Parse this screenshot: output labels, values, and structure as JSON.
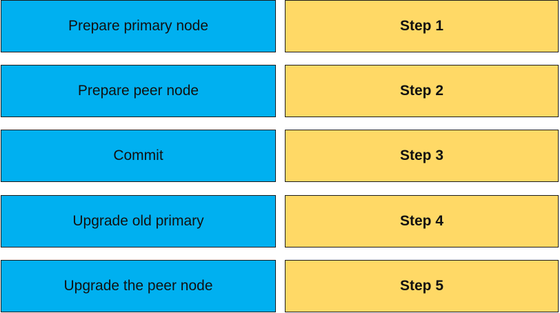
{
  "colors": {
    "action_box": "#00b0f0",
    "step_box": "#ffd966"
  },
  "rows": [
    {
      "action": "Prepare primary node",
      "step": "Step 1"
    },
    {
      "action": "Prepare peer node",
      "step": "Step 2"
    },
    {
      "action": "Commit",
      "step": "Step 3"
    },
    {
      "action": "Upgrade old primary",
      "step": "Step 4"
    },
    {
      "action": "Upgrade the peer node",
      "step": "Step 5"
    }
  ]
}
